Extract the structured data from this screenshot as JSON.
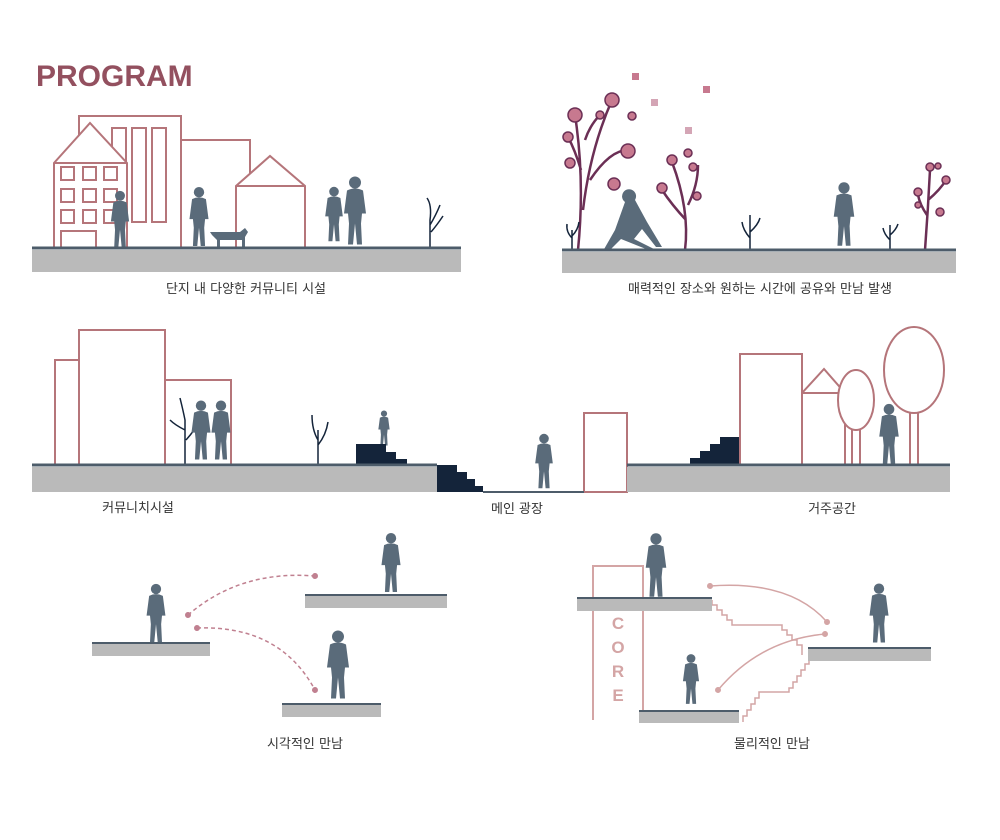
{
  "title": "PROGRAM",
  "panels": {
    "community": {
      "caption": "단지 내 다양한 커뮤니티 시설"
    },
    "encounter": {
      "caption": "매력적인 장소와 원하는 시간에 공유와 만남 발생"
    },
    "section": {
      "left_caption": "커뮤니치시설",
      "center_caption": "메인 광장",
      "right_caption": "거주공간"
    },
    "visual": {
      "caption": "시각적인 만남"
    },
    "physical": {
      "caption": "물리적인 만남",
      "core_label": [
        "C",
        "O",
        "R",
        "E"
      ]
    }
  },
  "colors": {
    "title": "#93505f",
    "building_line": "#b5757a",
    "silhouette": "#5a6b7a",
    "stairs": "#14243a",
    "slab": "#bababa",
    "accent_pink": "#d4a5a5",
    "tree_stem": "#6b2f55"
  }
}
